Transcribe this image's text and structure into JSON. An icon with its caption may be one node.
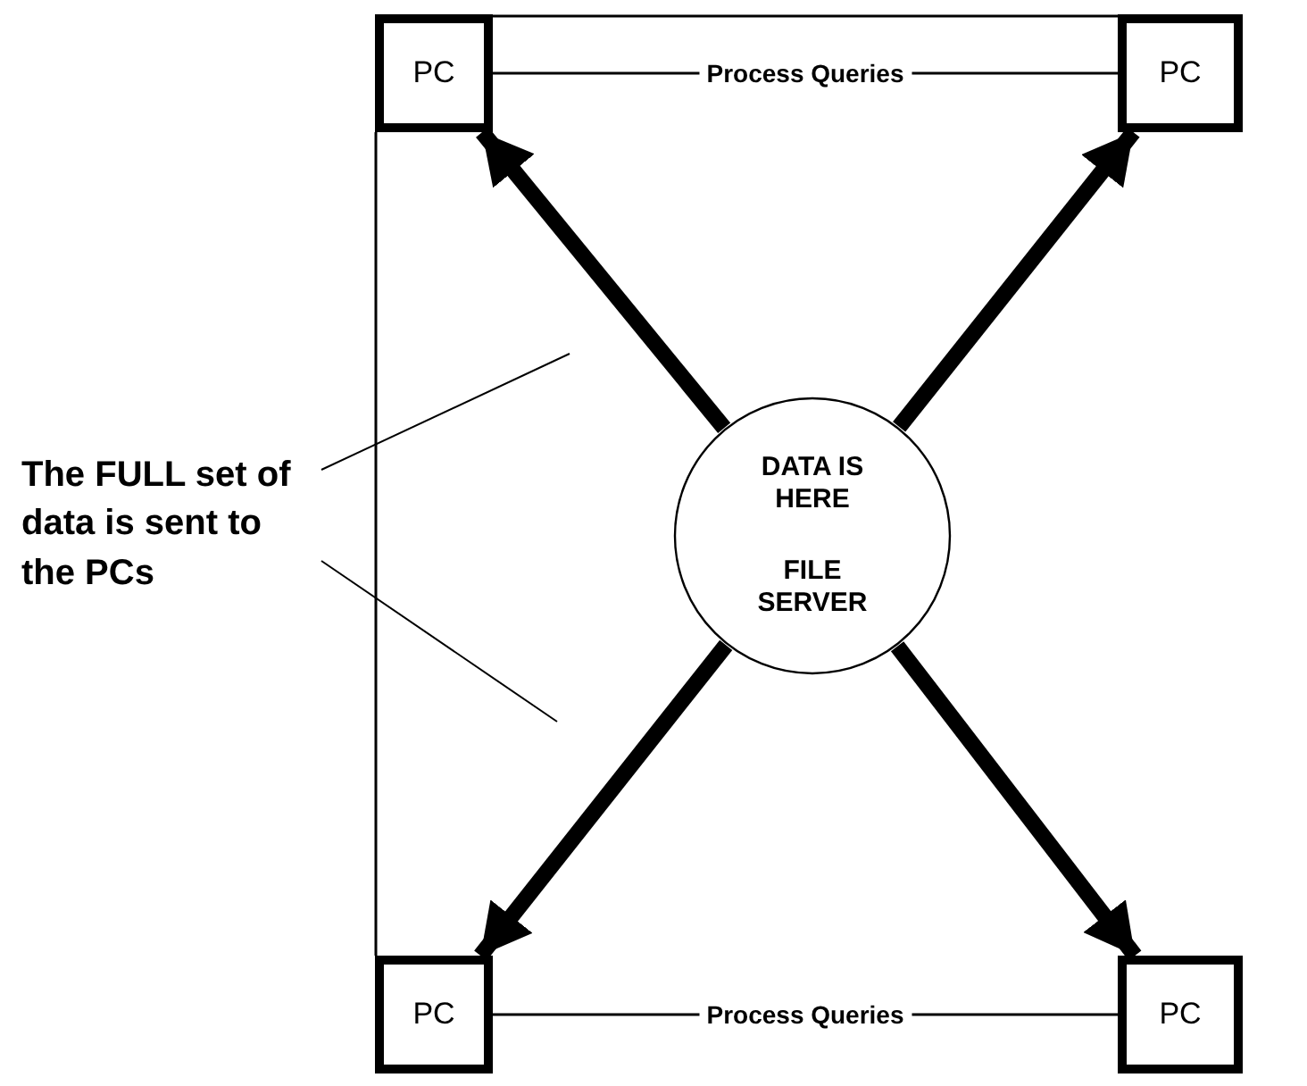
{
  "diagram": {
    "nodes": [
      {
        "text": [
          "PC"
        ]
      },
      {
        "text": [
          "PC"
        ]
      },
      {
        "text": [
          "The FULL set of data is sent to the PCs"
        ]
      },
      {
        "text": [
          "DATA IS HERE",
          "FILE SERVER"
        ]
      },
      {
        "text": [
          "PC"
        ]
      },
      {
        "text": [
          "PC"
        ]
      }
    ],
    "edges": [
      {
        "from": 0,
        "to": 1,
        "arrow": "none",
        "label": "Process Queries"
      },
      {
        "from": 3,
        "to": 0,
        "arrow": "to",
        "style": "thick"
      },
      {
        "from": 3,
        "to": 1,
        "arrow": "to",
        "style": "thick"
      },
      {
        "from": 2,
        "to": null,
        "arrow": "none"
      },
      {
        "from": 2,
        "to": null,
        "arrow": "none"
      },
      {
        "from": 3,
        "to": 4,
        "arrow": "to",
        "style": "thick"
      },
      {
        "from": 3,
        "to": 5,
        "arrow": "to",
        "style": "thick"
      },
      {
        "from": 4,
        "to": 5,
        "arrow": "none",
        "label": "Process Queries"
      }
    ]
  }
}
